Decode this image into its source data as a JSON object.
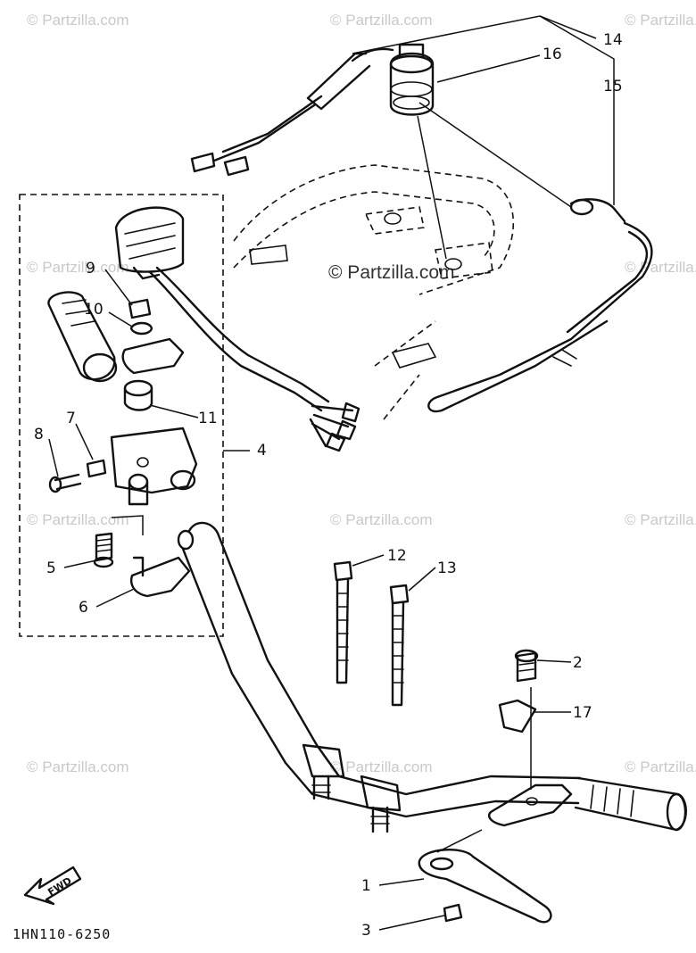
{
  "watermark": {
    "text": "© Partzilla.com",
    "center_text": "© Partzilla.com"
  },
  "callouts": {
    "c1": "1",
    "c2": "2",
    "c3": "3",
    "c4": "4",
    "c5": "5",
    "c6": "6",
    "c7": "7",
    "c8": "8",
    "c9": "9",
    "c10": "10",
    "c11": "11",
    "c12": "12",
    "c13": "13",
    "c14": "14",
    "c15": "15",
    "c16": "16",
    "c17": "17"
  },
  "diagram_code": "1HN110-6250",
  "fwd_label": "FWD"
}
